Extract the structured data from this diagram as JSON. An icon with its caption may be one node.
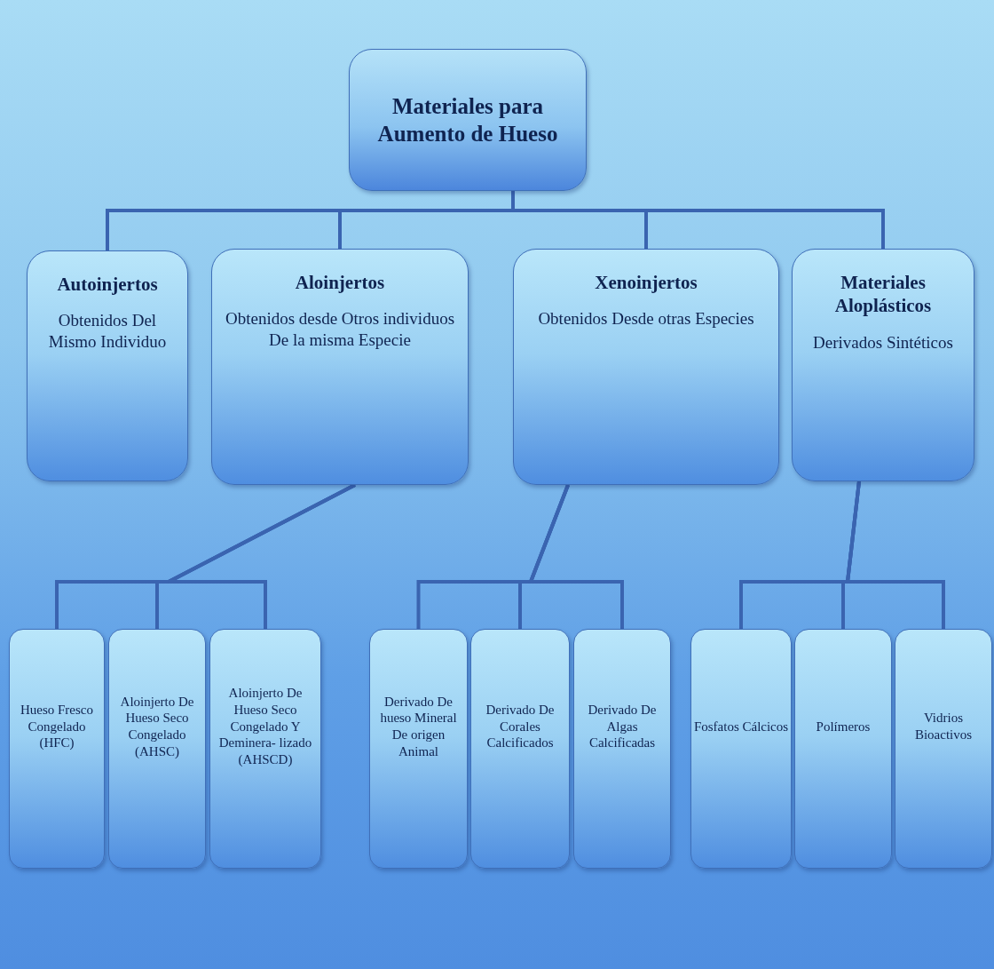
{
  "diagram": {
    "nodes": [
      {
        "text": [
          "Materiales para Aumento de Hueso"
        ]
      },
      {
        "text": [
          "Autoinjertos",
          "Obtenidos Del Mismo Individuo"
        ]
      },
      {
        "text": [
          "Aloinjertos",
          "Obtenidos desde Otros individuos De la misma Especie"
        ]
      },
      {
        "text": [
          "Xenoinjertos",
          "Obtenidos Desde otras Especies"
        ]
      },
      {
        "text": [
          "Materiales Aloplásticos",
          "Derivados Sintéticos"
        ]
      },
      {
        "text": [
          "Hueso Fresco Congelado (HFC)"
        ]
      },
      {
        "text": [
          "Aloinjerto De Hueso Seco Congelado (AHSC)"
        ]
      },
      {
        "text": [
          "Aloinjerto De Hueso Seco Congelado Y Deminera- lizado (AHSCD)"
        ]
      },
      {
        "text": [
          "Derivado De hueso Mineral De origen Animal"
        ]
      },
      {
        "text": [
          "Derivado De Corales Calcificados"
        ]
      },
      {
        "text": [
          "Derivado De Algas Calcificadas"
        ]
      },
      {
        "text": [
          "Fosfatos Cálcicos"
        ]
      },
      {
        "text": [
          "Polímeros"
        ]
      },
      {
        "text": [
          "Vidrios Bioactivos"
        ]
      }
    ],
    "edges": [
      {
        "from": 0,
        "to": 1,
        "arrow": "none"
      },
      {
        "from": 0,
        "to": 2,
        "arrow": "none"
      },
      {
        "from": 0,
        "to": 3,
        "arrow": "none"
      },
      {
        "from": 0,
        "to": 4,
        "arrow": "none"
      },
      {
        "from": 2,
        "to": 5,
        "arrow": "none"
      },
      {
        "from": 2,
        "to": 6,
        "arrow": "none"
      },
      {
        "from": 2,
        "to": 7,
        "arrow": "none"
      },
      {
        "from": 3,
        "to": 8,
        "arrow": "none"
      },
      {
        "from": 3,
        "to": 9,
        "arrow": "none"
      },
      {
        "from": 3,
        "to": 10,
        "arrow": "none"
      },
      {
        "from": 4,
        "to": 11,
        "arrow": "none"
      },
      {
        "from": 4,
        "to": 12,
        "arrow": "none"
      },
      {
        "from": 4,
        "to": 13,
        "arrow": "none"
      }
    ]
  }
}
